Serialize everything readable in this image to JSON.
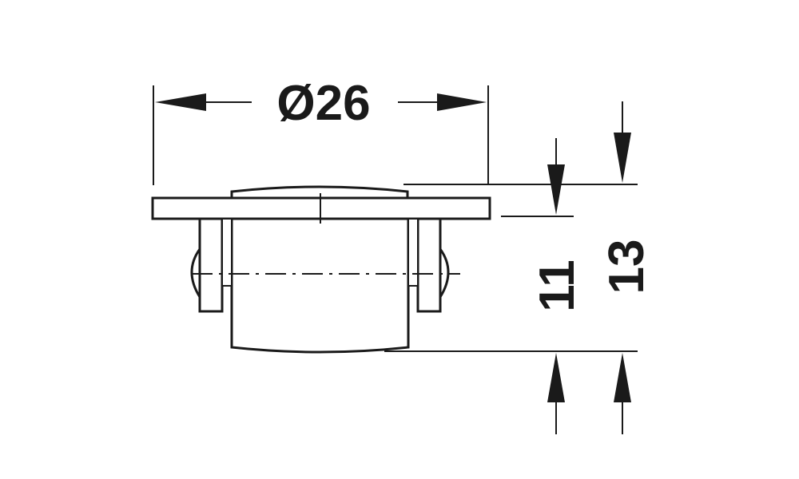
{
  "drawing": {
    "stroke_color": "#1a1a1a",
    "background": "#ffffff",
    "dimensions": {
      "diameter": "Ø26",
      "height_inner": "11",
      "height_outer": "13"
    }
  }
}
